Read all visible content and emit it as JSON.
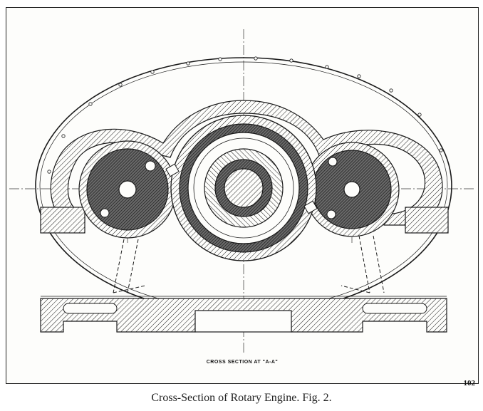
{
  "figure": {
    "section_label": "CROSS SECTION AT \"A-A\"",
    "plate_number": "102",
    "caption": "Cross-Section of Rotary Engine.  Fig. 2."
  },
  "colors": {
    "ink": "#1a1a1a",
    "paper": "#fdfdfb",
    "rotor_fill": "#555555"
  }
}
